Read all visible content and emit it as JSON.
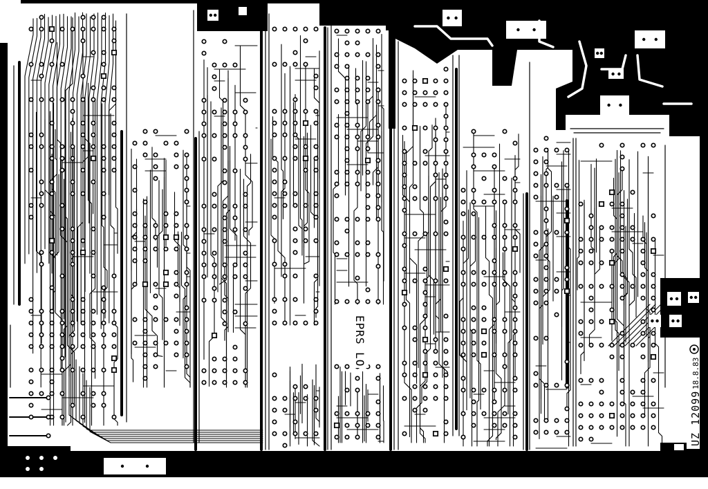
{
  "board": {
    "label": "EPRS LO",
    "part_number": "UZ 12099",
    "date": "18.8.83"
  },
  "icons": {
    "logo": "manufacturer-logo-icon"
  },
  "colors": {
    "copper": "#000000",
    "substrate": "#ffffff"
  }
}
